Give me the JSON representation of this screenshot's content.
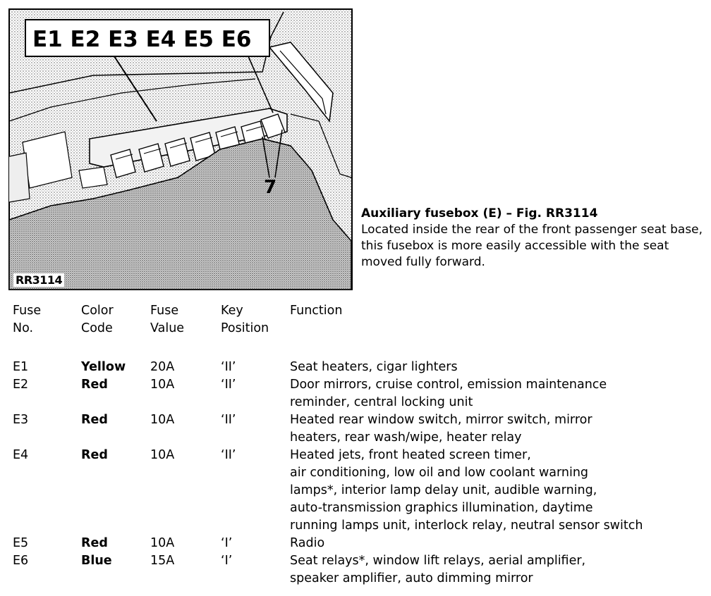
{
  "figure": {
    "callout": "E1 E2 E3 E4 E5 E6",
    "pointer_label": "7",
    "figure_id": "RR3114"
  },
  "caption": {
    "title": "Auxiliary fusebox (E) – Fig. RR3114",
    "body": "Located inside the rear of the front passenger seat base, this fusebox is more easily accessible with the seat moved fully forward."
  },
  "table": {
    "headers": [
      [
        "Fuse",
        "No."
      ],
      [
        "Color",
        "Code"
      ],
      [
        "Fuse",
        "Value"
      ],
      [
        "Key",
        "Position"
      ],
      [
        "Function",
        ""
      ]
    ],
    "rows": [
      {
        "no": "E1",
        "color": "Yellow",
        "value": "20A",
        "key": "‘II’",
        "function": [
          "Seat heaters, cigar lighters"
        ]
      },
      {
        "no": "E2",
        "color": "Red",
        "value": "10A",
        "key": "‘II’",
        "function": [
          "Door mirrors, cruise control, emission maintenance",
          "reminder, central locking unit"
        ]
      },
      {
        "no": "E3",
        "color": "Red",
        "value": "10A",
        "key": "‘II’",
        "function": [
          "Heated rear window switch, mirror switch, mirror",
          "heaters, rear wash/wipe, heater relay"
        ]
      },
      {
        "no": "E4",
        "color": "Red",
        "value": "10A",
        "key": "‘II’",
        "function": [
          "Heated jets, front heated screen timer,",
          "air conditioning, low oil and low coolant warning",
          "lamps*, interior lamp delay unit, audible  warning,",
          "auto-transmission graphics illumination, daytime",
          "running lamps unit, interlock relay, neutral sensor switch"
        ]
      },
      {
        "no": "E5",
        "color": "Red",
        "value": "10A",
        "key": "‘I’",
        "function": [
          "Radio"
        ]
      },
      {
        "no": "E6",
        "color": "Blue",
        "value": "15A",
        "key": "‘I’",
        "function": [
          "Seat relays*, window lift relays, aerial amplifier,",
          "speaker amplifier, auto dimming mirror"
        ]
      }
    ]
  }
}
